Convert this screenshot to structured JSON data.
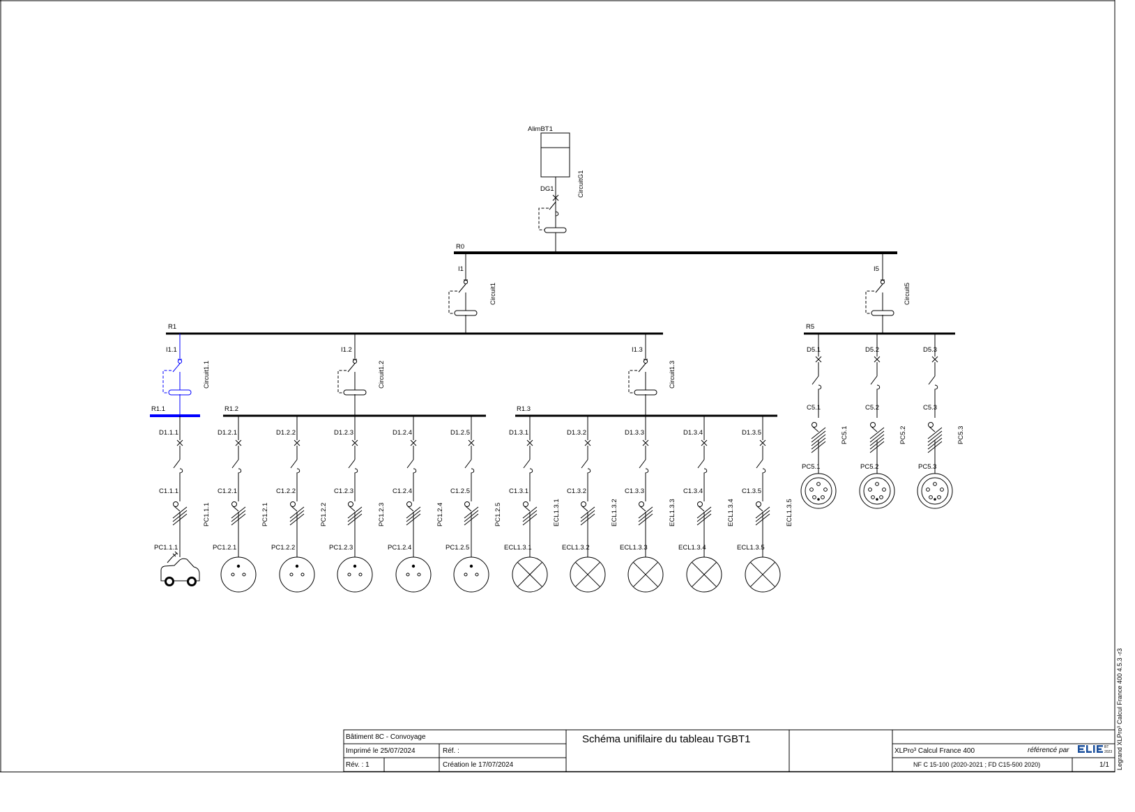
{
  "colors": {
    "line": "#000000",
    "highlight": "#0000ff",
    "elie_blue": "#1a4f9c"
  },
  "source": {
    "name": "AlimBT1",
    "breaker": "DG1",
    "circuit": "CircuitG1"
  },
  "main_bus": {
    "name": "R0"
  },
  "incomers": [
    {
      "id": "I1",
      "circuit": "Circuit1",
      "bus": "R1"
    },
    {
      "id": "I5",
      "circuit": "Circuit5",
      "bus": "R5"
    }
  ],
  "sub_incomers": [
    {
      "id": "I1.1",
      "circuit": "Circuit1.1",
      "bus": "R1.1",
      "highlighted": true
    },
    {
      "id": "I1.2",
      "circuit": "Circuit1.2",
      "bus": "R1.2",
      "highlighted": false
    },
    {
      "id": "I1.3",
      "circuit": "Circuit1.3",
      "bus": "R1.3",
      "highlighted": false
    }
  ],
  "feeders": [
    {
      "breaker": "D1.1.1",
      "cable": "C1.1.1",
      "circuit": "PC1.1.1",
      "load": "PC1.1.1",
      "load_type": "ev-charger-icon"
    },
    {
      "breaker": "D1.2.1",
      "cable": "C1.2.1",
      "circuit": "PC1.2.1",
      "load": "PC1.2.1",
      "load_type": "socket-icon"
    },
    {
      "breaker": "D1.2.2",
      "cable": "C1.2.2",
      "circuit": "PC1.2.2",
      "load": "PC1.2.2",
      "load_type": "socket-icon"
    },
    {
      "breaker": "D1.2.3",
      "cable": "C1.2.3",
      "circuit": "PC1.2.3",
      "load": "PC1.2.3",
      "load_type": "socket-icon"
    },
    {
      "breaker": "D1.2.4",
      "cable": "C1.2.4",
      "circuit": "PC1.2.4",
      "load": "PC1.2.4",
      "load_type": "socket-icon"
    },
    {
      "breaker": "D1.2.5",
      "cable": "C1.2.5",
      "circuit": "PC1.2.5",
      "load": "PC1.2.5",
      "load_type": "socket-icon"
    },
    {
      "breaker": "D1.3.1",
      "cable": "C1.3.1",
      "circuit": "ECL1.3.1",
      "load": "ECL1.3.1",
      "load_type": "lamp-icon"
    },
    {
      "breaker": "D1.3.2",
      "cable": "C1.3.2",
      "circuit": "ECL1.3.2",
      "load": "ECL1.3.2",
      "load_type": "lamp-icon"
    },
    {
      "breaker": "D1.3.3",
      "cable": "C1.3.3",
      "circuit": "ECL1.3.3",
      "load": "ECL1.3.3",
      "load_type": "lamp-icon"
    },
    {
      "breaker": "D1.3.4",
      "cable": "C1.3.4",
      "circuit": "ECL1.3.4",
      "load": "ECL1.3.4",
      "load_type": "lamp-icon"
    },
    {
      "breaker": "D1.3.5",
      "cable": "C1.3.5",
      "circuit": "ECL1.3.5",
      "load": "ECL1.3.5",
      "load_type": "lamp-icon"
    }
  ],
  "r5_feeders": [
    {
      "breaker": "D5.1",
      "cable": "C5.1",
      "circuit": "PC5.1",
      "load": "PC5.1",
      "load_type": "industrial-socket-icon"
    },
    {
      "breaker": "D5.2",
      "cable": "C5.2",
      "circuit": "PC5.2",
      "load": "PC5.2",
      "load_type": "industrial-socket-icon"
    },
    {
      "breaker": "D5.3",
      "cable": "C5.3",
      "circuit": "PC5.3",
      "load": "PC5.3",
      "load_type": "industrial-socket-icon"
    }
  ],
  "title_block": {
    "project": "Bâtiment 8C - Convoyage",
    "printed": "Imprimé le 25/07/2024",
    "ref": "Réf. :",
    "rev": "Rév. : 1",
    "created": "Création le 17/07/2024",
    "title": "Schéma unifilaire du tableau TGBT1",
    "software": "XLPro³ Calcul France 400",
    "referenced_by": "référencé par",
    "elie_logo": "ELIE BT 2023",
    "standards": "NF C 15-100 (2020-2021 ; FD C15-500 2020)",
    "page": "1/1",
    "side_note": "Legrand XLPro³ Calcul France 400  4.5.3 -r3"
  }
}
